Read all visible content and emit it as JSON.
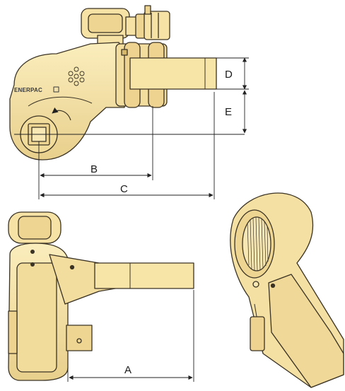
{
  "brand": "ENERPAC",
  "colors": {
    "body": "#f6e2a4",
    "outline": "#3b3324",
    "shade": "#e3c77f",
    "line": "#222222"
  },
  "dimensions": {
    "A": "A",
    "B": "B",
    "C": "C",
    "D": "D",
    "E": "E"
  },
  "views": [
    "side-view",
    "top-view",
    "ratchet-link-3d-view"
  ]
}
